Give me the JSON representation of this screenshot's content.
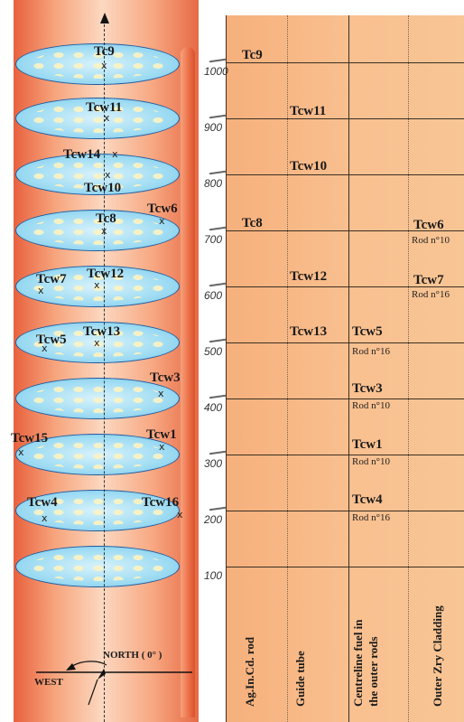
{
  "left_labels": {
    "tc9": "Tc9",
    "tcw11": "Tcw11",
    "tcw14": "Tcw14",
    "tcw10": "Tcw10",
    "tcw6": "Tcw6",
    "tc8": "Tc8",
    "tcw7": "Tcw7",
    "tcw12": "Tcw12",
    "tcw5": "Tcw5",
    "tcw13": "Tcw13",
    "tcw3": "Tcw3",
    "tcw15": "Tcw15",
    "tcw1": "Tcw1",
    "tcw4": "Tcw4",
    "tcw16": "Tcw16"
  },
  "x_mark": "x",
  "compass": {
    "north": "NORTH ( 0° )",
    "west": "WEST"
  },
  "y_ticks": [
    "1000",
    "900",
    "800",
    "700",
    "600",
    "500",
    "400",
    "300",
    "200",
    "100"
  ],
  "table": {
    "tc9": "Tc9",
    "tcw11": "Tcw11",
    "tcw10": "Tcw10",
    "tc8": "Tc8",
    "tcw6": "Tcw6",
    "tcw6_rod": "Rod n°10",
    "tcw12": "Tcw12",
    "tcw7": "Tcw7",
    "tcw7_rod": "Rod n°16",
    "tcw13": "Tcw13",
    "tcw5": "Tcw5",
    "tcw5_rod": "Rod n°16",
    "tcw3": "Tcw3",
    "tcw3_rod": "Rod n°10",
    "tcw1": "Tcw1",
    "tcw1_rod": "Rod n°10",
    "tcw4": "Tcw4",
    "tcw4_rod": "Rod n°16"
  },
  "column_headers": {
    "col1": "Ag.In.Cd. rod",
    "col2": "Guide tube",
    "col3_line1": "Centreline fuel in",
    "col3_line2": "the outer rods",
    "col4": "Outer Zry Cladding"
  }
}
